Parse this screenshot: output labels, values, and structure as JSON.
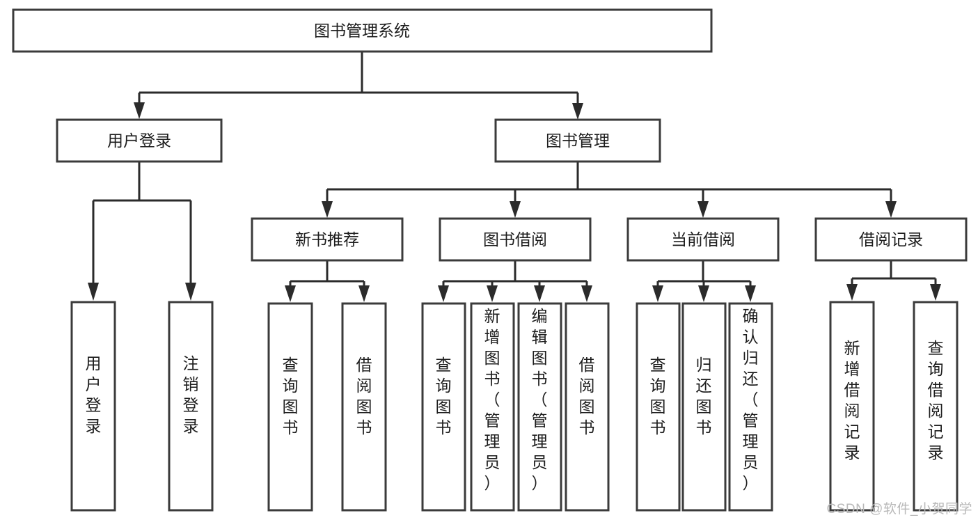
{
  "diagram": {
    "type": "tree-hierarchy",
    "title": "图书管理系统",
    "watermark": "CSDN @软件_小贺同学",
    "colors": {
      "box_stroke": "#3b3b3b",
      "box_fill": "#ffffff",
      "edge": "#2b2b2b",
      "text": "#1d1d1d",
      "watermark": "#b9b9b9",
      "background": "#ffffff"
    },
    "nodes": {
      "root": {
        "label": "图书管理系统",
        "level": 0
      },
      "user_login": {
        "label": "用户登录",
        "level": 1
      },
      "book_manage": {
        "label": "图书管理",
        "level": 1
      },
      "new_book_rec": {
        "label": "新书推荐",
        "level": 2
      },
      "book_borrow": {
        "label": "图书借阅",
        "level": 2
      },
      "current_borrow": {
        "label": "当前借阅",
        "level": 2
      },
      "borrow_record": {
        "label": "借阅记录",
        "level": 2
      }
    },
    "leaves": {
      "user_login": [
        {
          "label": "用户登录"
        },
        {
          "label": "注销登录"
        }
      ],
      "new_book_rec": [
        {
          "label": "查询图书"
        },
        {
          "label": "借阅图书"
        }
      ],
      "book_borrow": [
        {
          "label": "查询图书"
        },
        {
          "label": "新增图书（管理员）"
        },
        {
          "label": "编辑图书（管理员）"
        },
        {
          "label": "借阅图书"
        }
      ],
      "current_borrow": [
        {
          "label": "查询图书"
        },
        {
          "label": "归还图书"
        },
        {
          "label": "确认归还（管理员）"
        }
      ],
      "borrow_record": [
        {
          "label": "新增借阅记录"
        },
        {
          "label": "查询借阅记录"
        }
      ]
    },
    "edges": [
      {
        "from": "root",
        "to": "user_login"
      },
      {
        "from": "root",
        "to": "book_manage"
      },
      {
        "from": "book_manage",
        "to": "new_book_rec"
      },
      {
        "from": "book_manage",
        "to": "book_borrow"
      },
      {
        "from": "book_manage",
        "to": "current_borrow"
      },
      {
        "from": "book_manage",
        "to": "borrow_record"
      },
      {
        "from": "user_login",
        "to": "user_login_leaf_0"
      },
      {
        "from": "user_login",
        "to": "user_login_leaf_1"
      },
      {
        "from": "new_book_rec",
        "to": "new_book_rec_leaf_0"
      },
      {
        "from": "new_book_rec",
        "to": "new_book_rec_leaf_1"
      },
      {
        "from": "book_borrow",
        "to": "book_borrow_leaf_0"
      },
      {
        "from": "book_borrow",
        "to": "book_borrow_leaf_1"
      },
      {
        "from": "book_borrow",
        "to": "book_borrow_leaf_2"
      },
      {
        "from": "book_borrow",
        "to": "book_borrow_leaf_3"
      },
      {
        "from": "current_borrow",
        "to": "current_borrow_leaf_0"
      },
      {
        "from": "current_borrow",
        "to": "current_borrow_leaf_1"
      },
      {
        "from": "current_borrow",
        "to": "current_borrow_leaf_2"
      },
      {
        "from": "borrow_record",
        "to": "borrow_record_leaf_0"
      },
      {
        "from": "borrow_record",
        "to": "borrow_record_leaf_1"
      }
    ]
  }
}
